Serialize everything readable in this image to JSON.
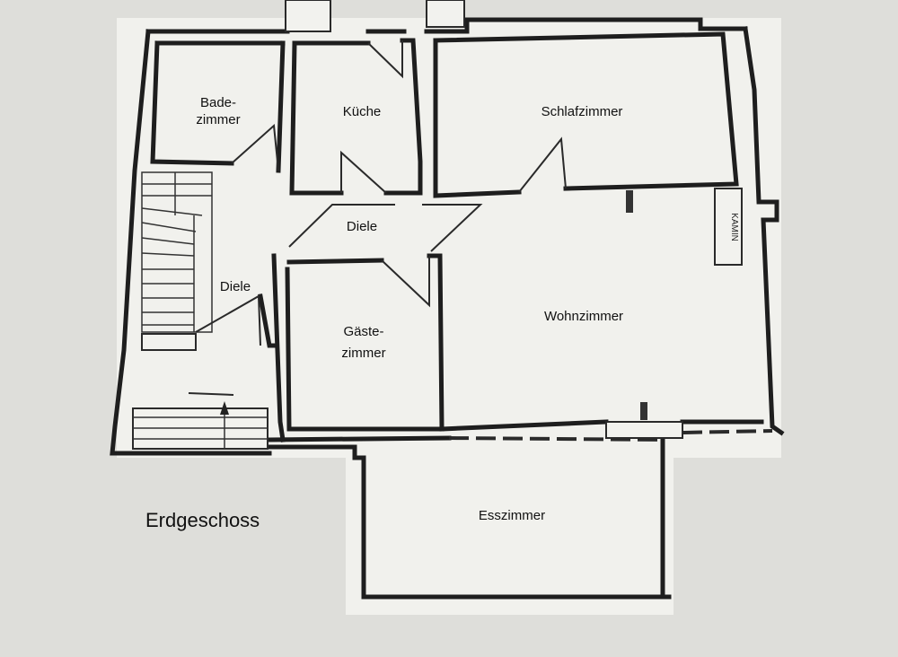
{
  "title": "Erdgeschoss",
  "rooms": {
    "badezimmer": [
      "Bade-",
      "zimmer"
    ],
    "kueche": "Küche",
    "schlafzimmer": "Schlafzimmer",
    "diele_center": "Diele",
    "diele_left": "Diele",
    "gaestezimmer": [
      "Gäste-",
      "zimmer"
    ],
    "wohnzimmer": "Wohnzimmer",
    "esszimmer": "Esszimmer"
  },
  "fixtures": {
    "kamin": "KAMIN"
  },
  "colors": {
    "paper": "#dededa",
    "wall": "#1e1e1e"
  }
}
